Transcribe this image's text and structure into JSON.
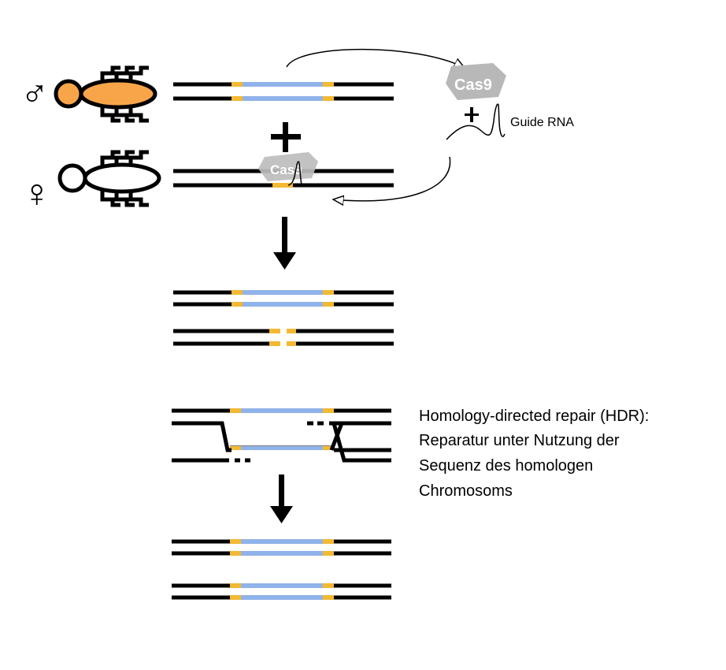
{
  "symbols": {
    "male": "♂",
    "female": "♀",
    "plus": "+"
  },
  "cas9": {
    "label": "Cas9"
  },
  "guide_rna": {
    "label": "Guide RNA"
  },
  "hdr_text": {
    "lines": [
      "Homology-directed repair (HDR):",
      "Reparatur unter Nutzung der",
      "Sequenz des homologen",
      "Chromosoms"
    ]
  },
  "colors": {
    "dna": "#000000",
    "insert_blue": "#8fb3ea",
    "homology_arm_yellow": "#f3b932",
    "male_body": "#f8a54a",
    "cas9_gray": "#b8b8b8"
  }
}
